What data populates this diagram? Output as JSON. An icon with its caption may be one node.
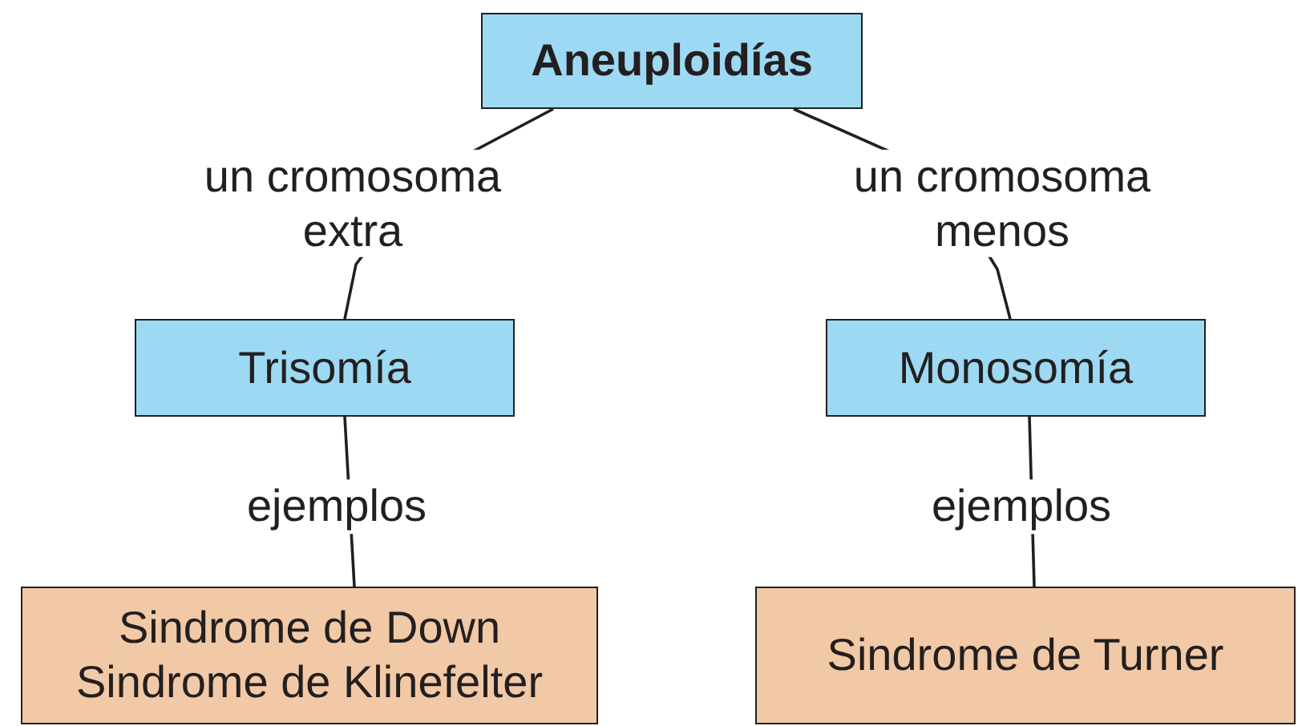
{
  "diagram": {
    "nodes": [
      {
        "text": [
          "Aneuploidías"
        ]
      },
      {
        "text": [
          "Trisomía"
        ]
      },
      {
        "text": [
          "Monosomía"
        ]
      },
      {
        "text": [
          "Sindrome de Down Sindrome de Klinefelter"
        ]
      },
      {
        "text": [
          "Sindrome de Turner"
        ]
      }
    ],
    "edges": [
      {
        "from": 0,
        "to": 1,
        "arrow": "none",
        "label": "un cromosoma extra"
      },
      {
        "from": 0,
        "to": 2,
        "arrow": "none",
        "label": "un cromosoma menos"
      },
      {
        "from": 1,
        "to": 3,
        "arrow": "none",
        "label": "ejemplos"
      },
      {
        "from": 2,
        "to": 4,
        "arrow": "none",
        "label": "ejemplos"
      }
    ]
  }
}
